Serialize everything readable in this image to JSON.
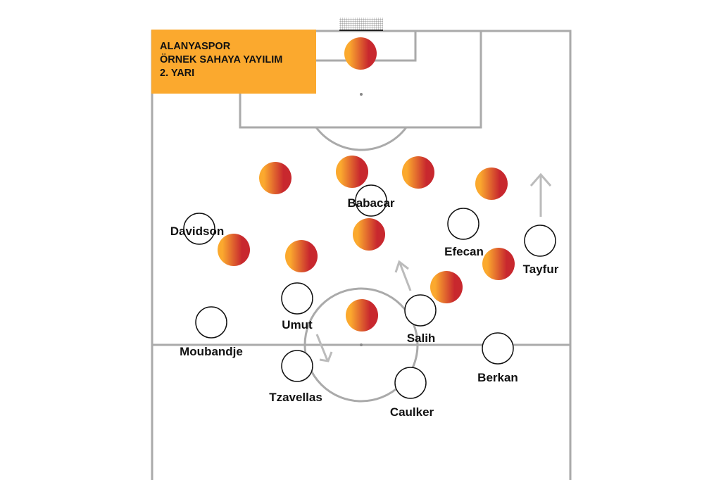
{
  "title": {
    "team": "ALANYASPOR",
    "subtitle": "ÖRNEK SAHAYA YAYILIM",
    "half": "2. YARI"
  },
  "players": [
    "Babacar",
    "Davidson",
    "Efecan",
    "Tayfur",
    "Umut",
    "Salih",
    "Moubandje",
    "Tzavellas",
    "Caulker",
    "Berkan"
  ],
  "colors": {
    "title_bg": "#FBA92E",
    "opponent_left": "#FBA92E",
    "opponent_right": "#C8282E",
    "line": "#aaaaaa"
  }
}
